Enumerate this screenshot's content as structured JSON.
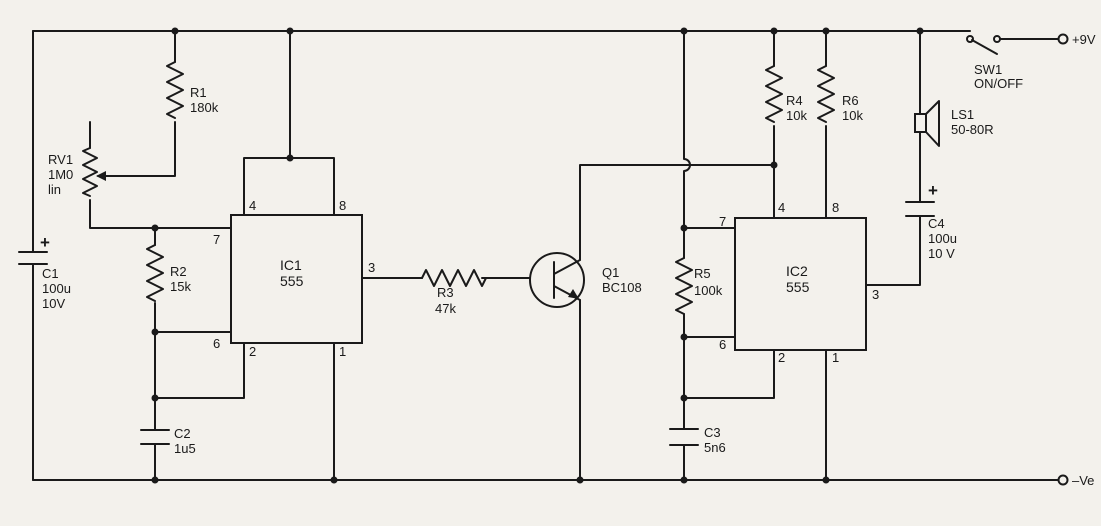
{
  "components": {
    "r1": {
      "ref": "R1",
      "value": "180k"
    },
    "rv1": {
      "ref": "RV1",
      "value": "1M0",
      "note": "lin"
    },
    "r2": {
      "ref": "R2",
      "value": "15k"
    },
    "c1": {
      "ref": "C1",
      "value": "100u",
      "voltage": "10V"
    },
    "c2": {
      "ref": "C2",
      "value": "1u5"
    },
    "ic1": {
      "ref": "IC1",
      "type": "555",
      "pins": {
        "p4": "4",
        "p8": "8",
        "p7": "7",
        "p6": "6",
        "p2": "2",
        "p1": "1",
        "p3": "3"
      }
    },
    "r3": {
      "ref": "R3",
      "value": "47k"
    },
    "q1": {
      "ref": "Q1",
      "type": "BC108"
    },
    "r4": {
      "ref": "R4",
      "value": "10k"
    },
    "r5": {
      "ref": "R5",
      "value": "100k"
    },
    "r6": {
      "ref": "R6",
      "value": "10k"
    },
    "c3": {
      "ref": "C3",
      "value": "5n6"
    },
    "ic2": {
      "ref": "IC2",
      "type": "555",
      "pins": {
        "p4": "4",
        "p8": "8",
        "p7": "7",
        "p6": "6",
        "p2": "2",
        "p1": "1",
        "p3": "3"
      }
    },
    "ls1": {
      "ref": "LS1",
      "value": "50-80R"
    },
    "c4": {
      "ref": "C4",
      "value": "100u",
      "voltage": "10 V"
    },
    "sw1": {
      "ref": "SW1",
      "function": "ON/OFF"
    }
  },
  "rails": {
    "positive": "+9V",
    "negative": "–Ve"
  },
  "polarity_mark": "+"
}
